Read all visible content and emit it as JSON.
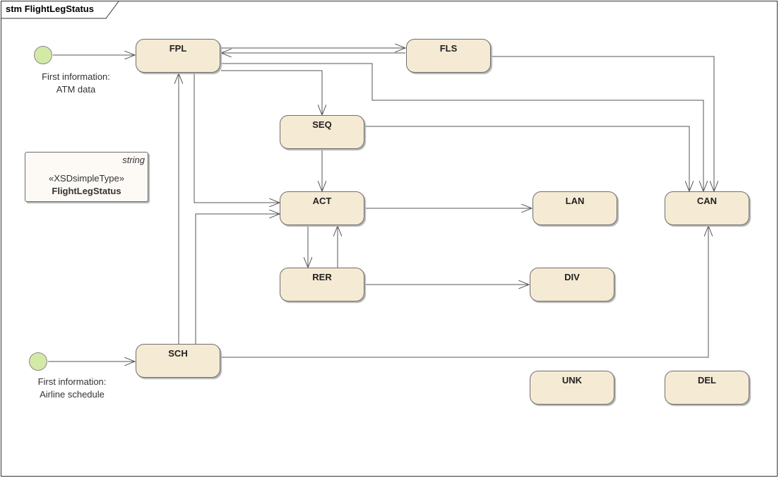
{
  "frame": {
    "title": "stm FlightLegStatus"
  },
  "initial_nodes": [
    {
      "caption_line1": "First information:",
      "caption_line2": "ATM data"
    },
    {
      "caption_line1": "First information:",
      "caption_line2": "Airline schedule"
    }
  ],
  "datatype": {
    "tag": "string",
    "stereotype": "«XSDsimpleType»",
    "name": "FlightLegStatus"
  },
  "states": {
    "fpl": "FPL",
    "fls": "FLS",
    "seq": "SEQ",
    "act": "ACT",
    "lan": "LAN",
    "can": "CAN",
    "rer": "RER",
    "div": "DIV",
    "sch": "SCH",
    "unk": "UNK",
    "del": "DEL"
  },
  "colors": {
    "state_fill": "#f5ead3",
    "initial_fill": "#d3e9a6",
    "line": "#555555"
  }
}
